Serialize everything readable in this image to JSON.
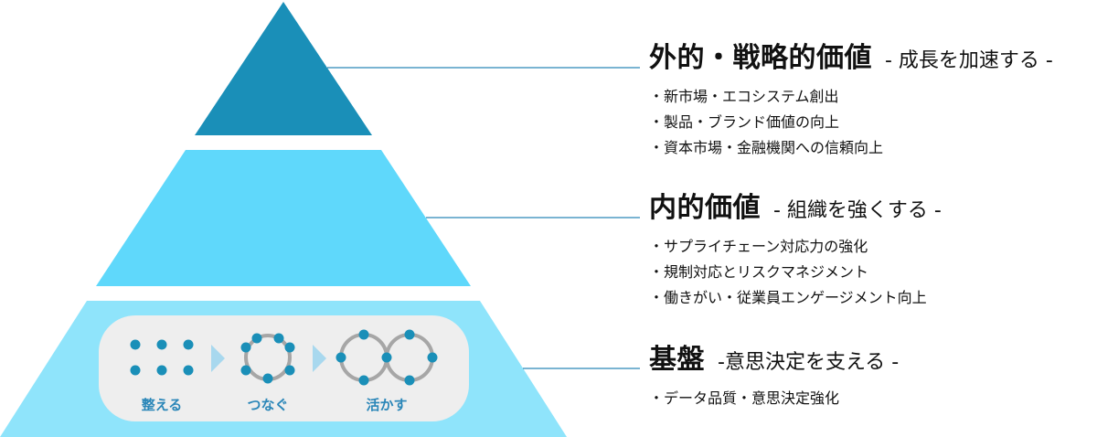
{
  "colors": {
    "tier_top": "#1a8fb8",
    "tier_middle": "#5fd8fb",
    "tier_base": "#8fe4fb",
    "leader_line": "#2a86b8",
    "dot": "#1a8fb8",
    "ring": "#a6a6a6",
    "arrow": "#a8d8ee",
    "pill": "#eeeeee",
    "label": "#2a86b8"
  },
  "tiers": [
    {
      "title": "外的・戦略的価値",
      "subtitle": "- 成長を加速する -",
      "bullets": [
        "・新市場・エコシステム創出",
        "・製品・ブランド価値の向上",
        "・資本市場・金融機関への信頼向上"
      ]
    },
    {
      "title": "内的価値",
      "subtitle": "- 組織を強くする -",
      "bullets": [
        "・サプライチェーン対応力の強化",
        "・規制対応とリスクマネジメント",
        "・働きがい・従業員エンゲージメント向上"
      ]
    },
    {
      "title": "基盤",
      "subtitle": "-意思決定を支える -",
      "bullets": [
        "・データ品質・意思決定強化"
      ]
    }
  ],
  "steps": [
    {
      "label": "整える",
      "icon": "dots-grid-icon"
    },
    {
      "label": "つなぐ",
      "icon": "connected-ring-icon"
    },
    {
      "label": "活かす",
      "icon": "infinity-rings-icon"
    }
  ]
}
